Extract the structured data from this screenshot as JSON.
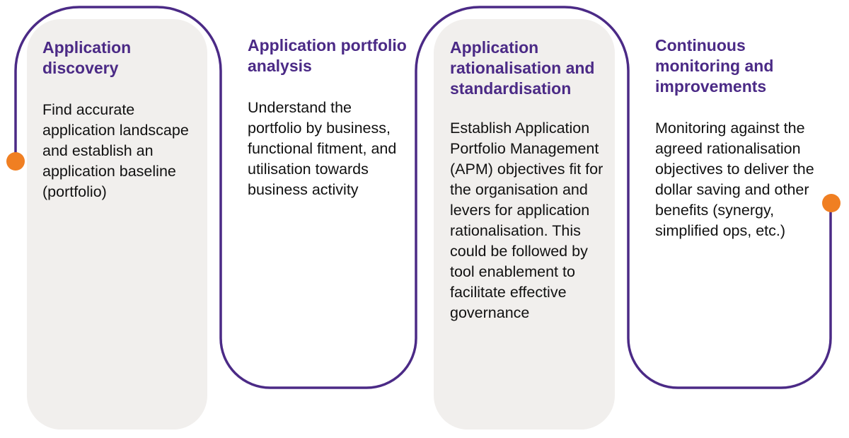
{
  "colors": {
    "accent_purple": "#4b2a86",
    "panel_grey": "#f1efed",
    "node_orange": "#f07f22",
    "text_dark": "#111111"
  },
  "steps": [
    {
      "title": "Application discovery",
      "description": "Find accurate application landscape and establish an application baseline (portfolio)"
    },
    {
      "title": "Application portfolio analysis",
      "description": "Understand the portfolio by business, functional fitment, and utilisation towards business activity"
    },
    {
      "title": "Application rationalisation and standardisation",
      "description": "Establish Application Portfolio Management (APM) objectives fit for the organisation and levers for application rationalisation. This could be followed by tool enablement to facilitate effective governance"
    },
    {
      "title": "Continuous monitoring and improvements",
      "description": "Monitoring against the agreed rationalisation objectives to deliver the dollar saving and other benefits (synergy, simplified ops, etc.)"
    }
  ],
  "connector": {
    "start_icon": "orange-dot",
    "end_icon": "orange-dot"
  }
}
